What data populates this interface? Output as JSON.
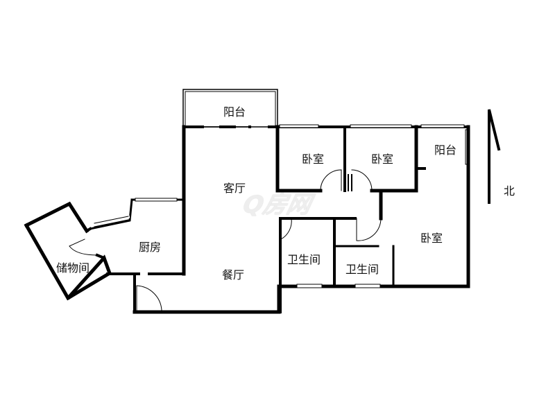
{
  "watermark": "Q房网",
  "compass": {
    "label": "北"
  },
  "rooms": {
    "balcony_top": "阳台",
    "living_room": "客厅",
    "dining_room": "餐厅",
    "kitchen": "厨房",
    "storage": "储物间",
    "bedroom_1": "卧室",
    "bedroom_2": "卧室",
    "balcony_right": "阳台",
    "bedroom_master": "卧室",
    "bathroom_1": "卫生间",
    "bathroom_2": "卫生间"
  }
}
